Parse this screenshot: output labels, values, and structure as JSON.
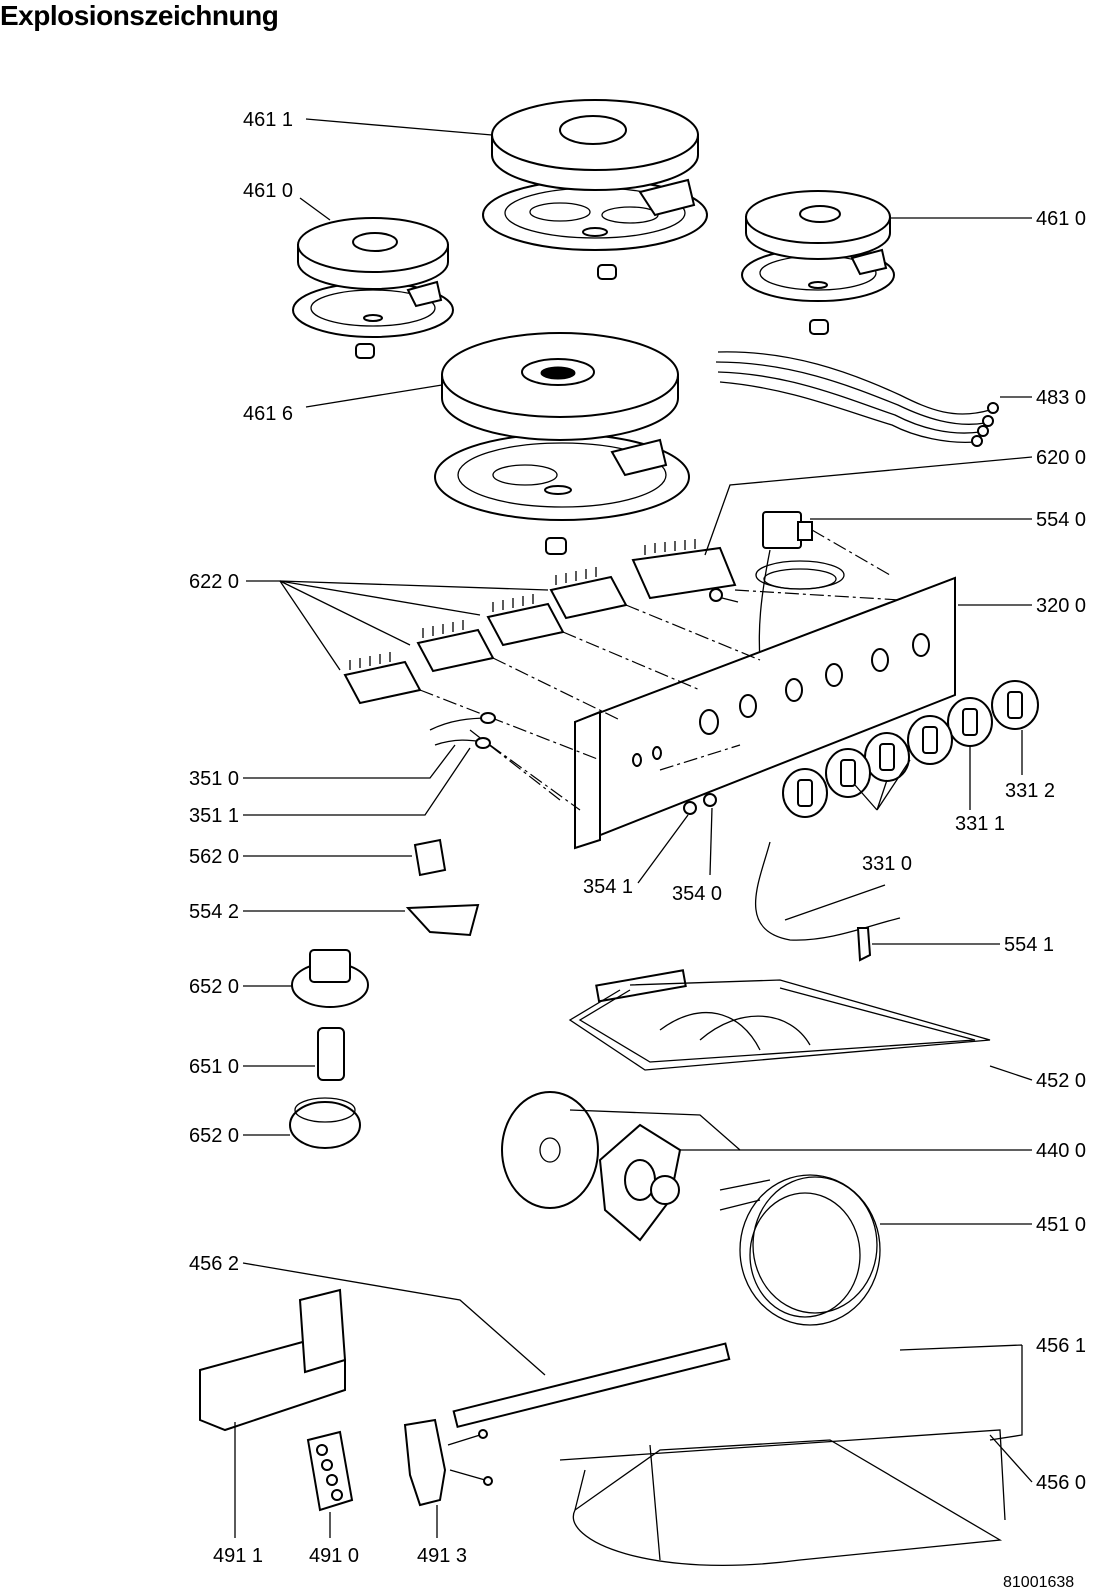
{
  "title": "Explosionszeichnung",
  "drawing_code": "81001638",
  "labels": {
    "l_4611": "461 1",
    "l_4610a": "461 0",
    "l_4610b": "461 0",
    "l_4616": "461 6",
    "l_4830": "483 0",
    "l_6200": "620 0",
    "l_5540": "554 0",
    "l_6220": "622 0",
    "l_3200": "320 0",
    "l_3510": "351 0",
    "l_3511": "351 1",
    "l_3312": "331 2",
    "l_3311": "331 1",
    "l_5620": "562 0",
    "l_3541": "354 1",
    "l_3540": "354 0",
    "l_3310": "331 0",
    "l_5542": "554 2",
    "l_5541": "554 1",
    "l_6520a": "652 0",
    "l_4520": "452 0",
    "l_6510": "651 0",
    "l_6520b": "652 0",
    "l_4400": "440 0",
    "l_4510": "451 0",
    "l_4562": "456 2",
    "l_4561": "456 1",
    "l_4560": "456 0",
    "l_4911": "491 1",
    "l_4910": "491 0",
    "l_4913": "491 3"
  }
}
